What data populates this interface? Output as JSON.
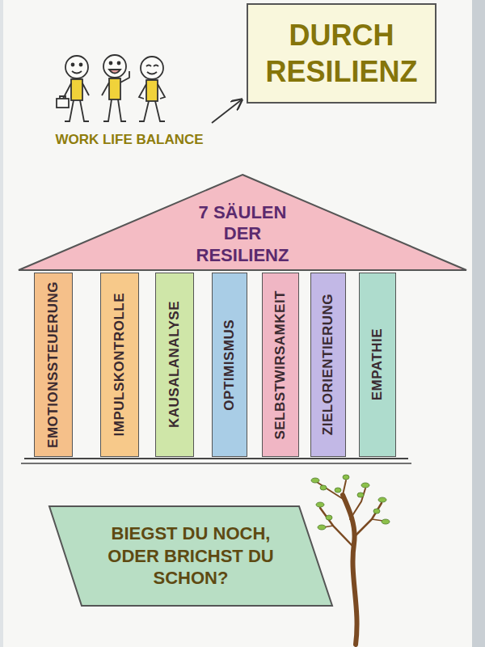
{
  "diagram": {
    "nodes": [
      {
        "text": [
          "DURCH RESILIENZ"
        ]
      },
      {
        "text": [
          "7 SÄULEN DER RESILIENZ"
        ]
      },
      {
        "text": [
          "EMOTIONSSTEUERUNG"
        ]
      },
      {
        "text": [
          "IMPULSKONTROLLE"
        ]
      },
      {
        "text": [
          "KAUSALANALYSE"
        ]
      },
      {
        "text": [
          "OPTIMISMUS"
        ]
      },
      {
        "text": [
          "SELBSTWIRSAMKEIT"
        ]
      },
      {
        "text": [
          "ZIELORIENTIERUNG"
        ]
      },
      {
        "text": [
          "EMPATHIE"
        ]
      },
      {
        "text": [
          "BIEGST DU NOCH, ODER BRICHST DU SCHON?"
        ]
      }
    ],
    "labels": [
      "WORK LIFE BALANCE"
    ]
  }
}
